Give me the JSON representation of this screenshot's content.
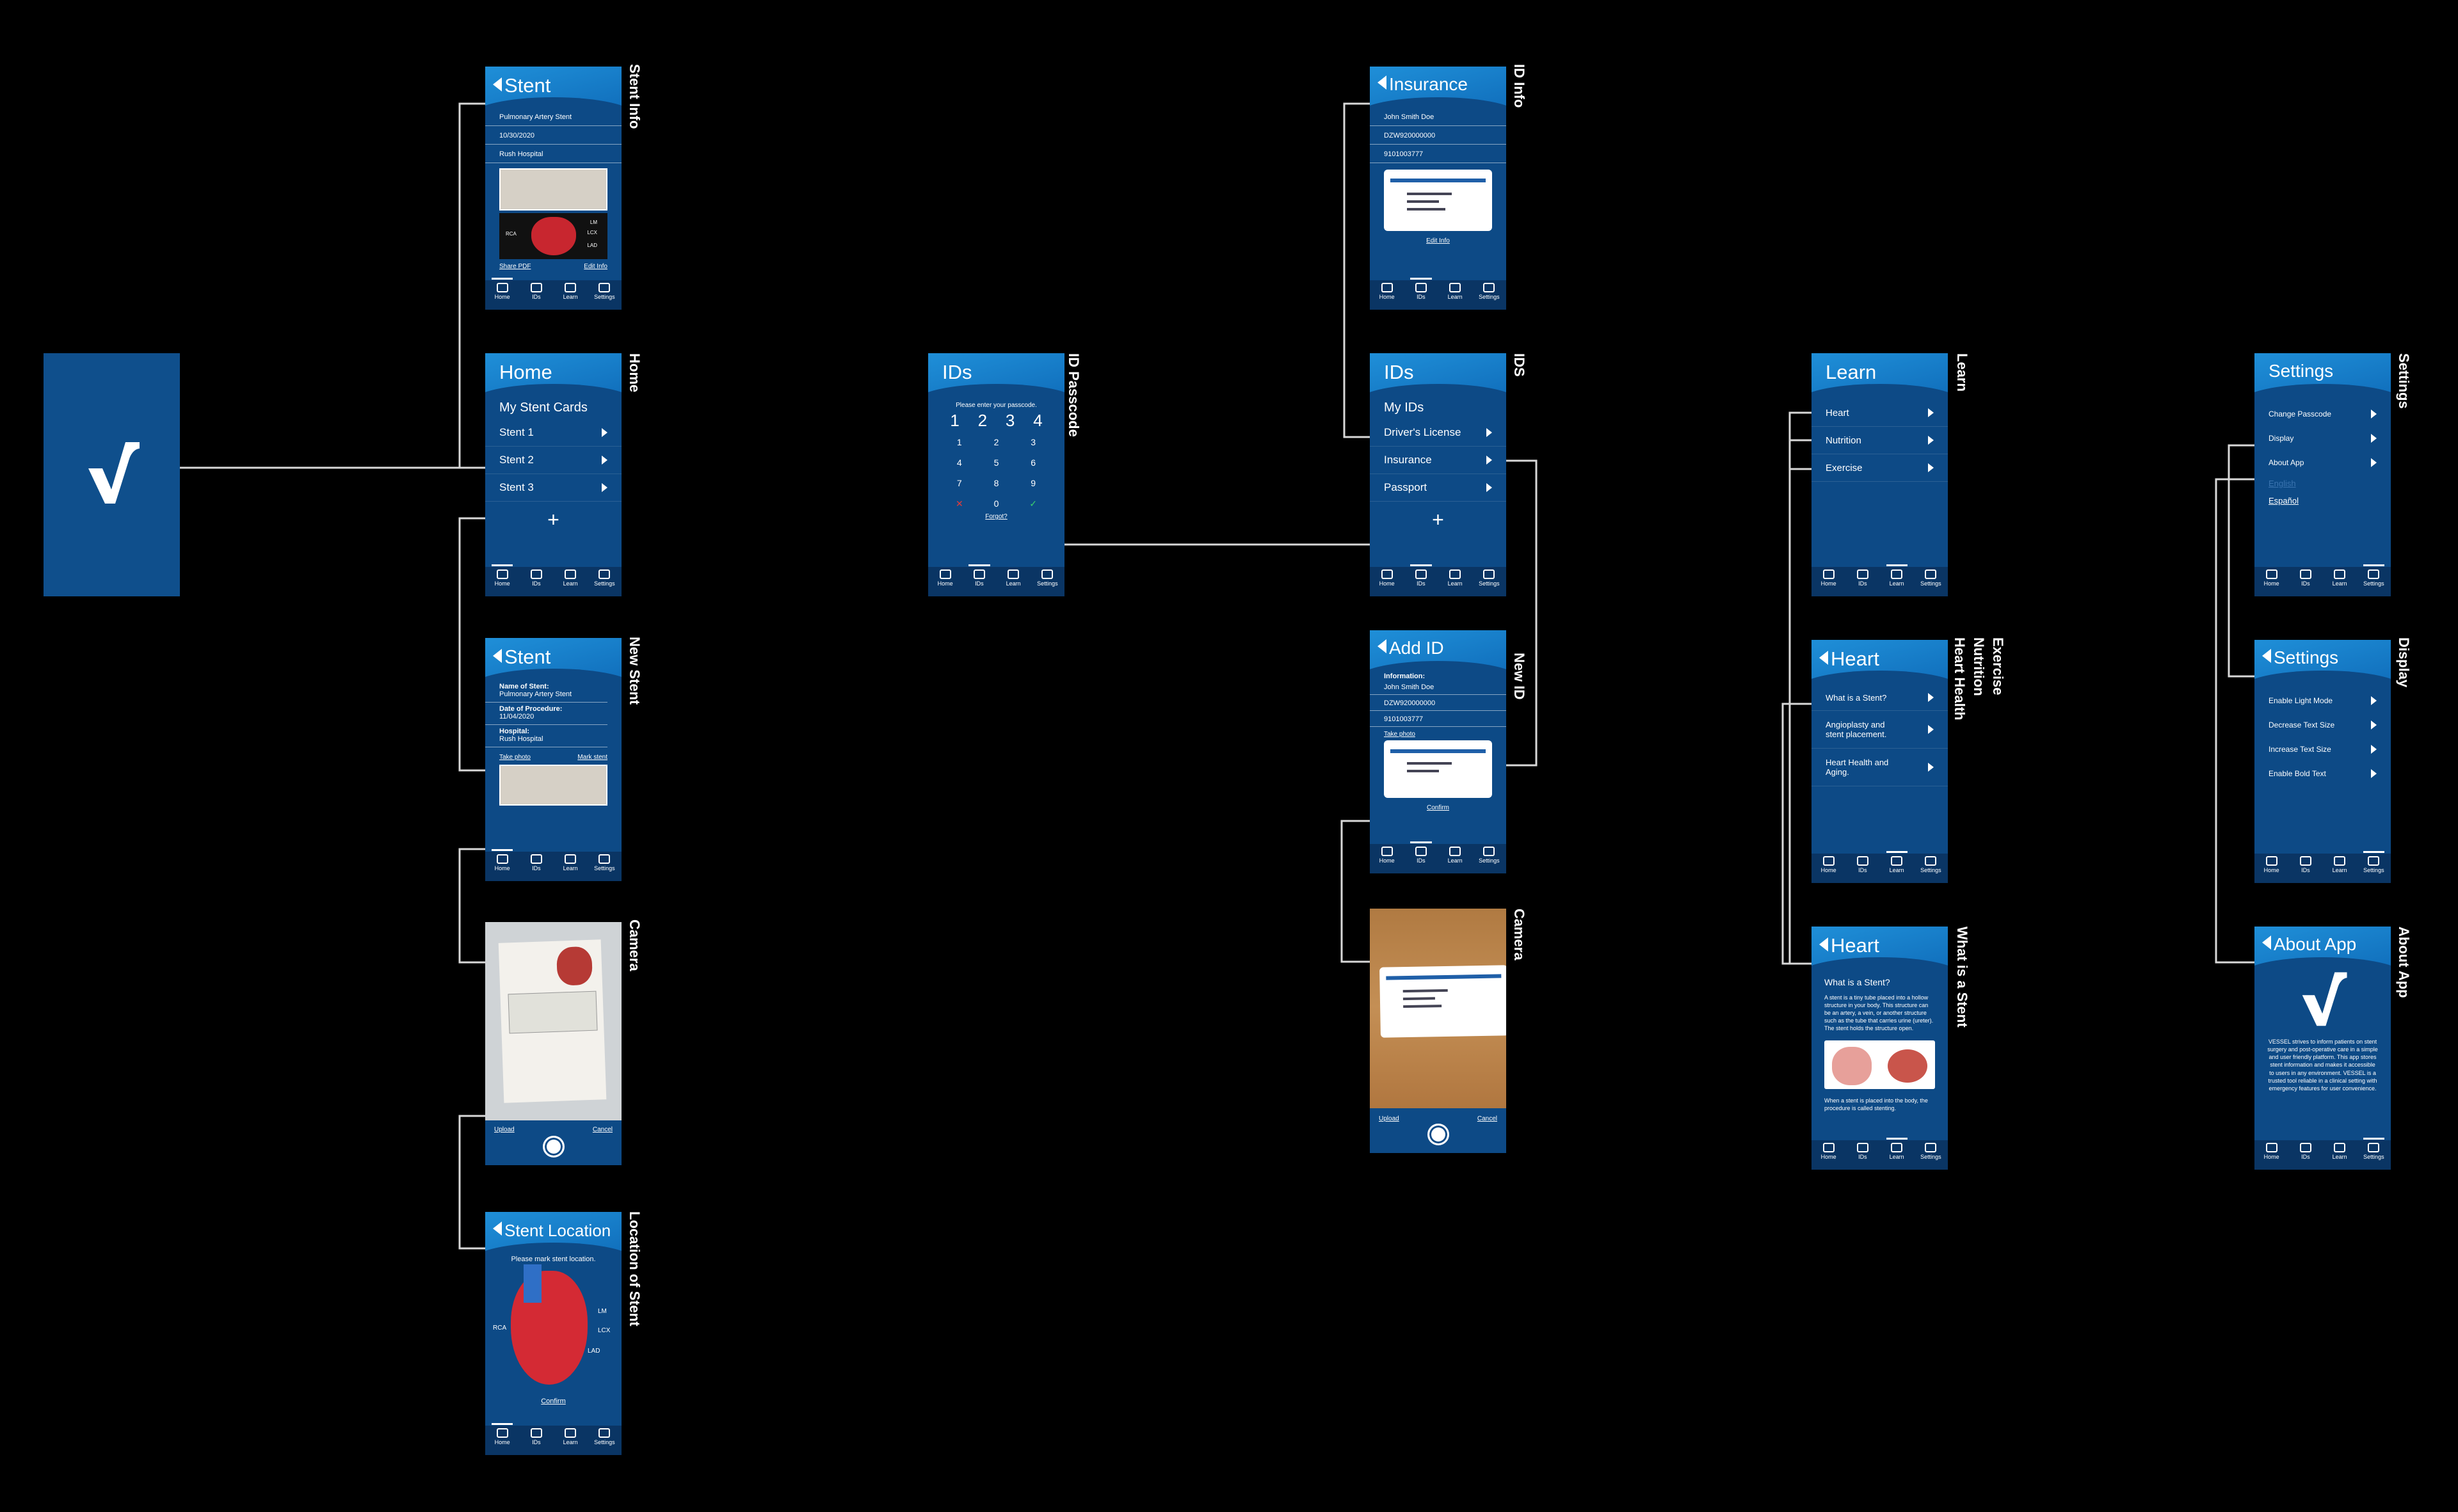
{
  "nav": {
    "home": "Home",
    "ids": "IDs",
    "learn": "Learn",
    "settings": "Settings"
  },
  "labels": {
    "stent_info": "Stent Info",
    "home": "Home",
    "new_stent": "New Stent",
    "camera": "Camera",
    "stent_location": "Location of Stent",
    "id_passcode": "ID Passcode",
    "id_info": "ID Info",
    "ids": "IDS",
    "new_id": "New ID",
    "camera2": "Camera",
    "learn": "Learn",
    "learn_multi": [
      "Exercise",
      "Nutrition",
      "Heart Health"
    ],
    "what_is_stent": "What is a Stent",
    "settings": "Settings",
    "display": "Display",
    "about_app": "About App"
  },
  "stent_info": {
    "title": "Stent",
    "name": "Pulmonary Artery Stent",
    "date": "10/30/2020",
    "hospital": "Rush Hospital",
    "share": "Share PDF",
    "edit": "Edit Info",
    "rca": "RCA",
    "lm": "LM",
    "lcx": "LCX",
    "lad": "LAD"
  },
  "home": {
    "title": "Home",
    "section": "My Stent Cards",
    "items": [
      "Stent 1",
      "Stent 2",
      "Stent 3"
    ],
    "add": "+"
  },
  "new_stent": {
    "title": "Stent",
    "name_lbl": "Name of Stent:",
    "name_val": "Pulmonary Artery Stent",
    "date_lbl": "Date of Procedure:",
    "date_val": "11/04/2020",
    "hosp_lbl": "Hospital:",
    "hosp_val": "Rush Hospital",
    "take_photo": "Take photo",
    "mark_stent": "Mark stent"
  },
  "camera": {
    "upload": "Upload",
    "cancel": "Cancel"
  },
  "stent_location": {
    "title": "Stent Location",
    "prompt": "Please mark stent location.",
    "confirm": "Confirm",
    "rca": "RCA",
    "lm": "LM",
    "lcx": "LCX",
    "lad": "LAD"
  },
  "passcode": {
    "title": "IDs",
    "prompt": "Please enter your passcode.",
    "pin": [
      "1",
      "2",
      "3",
      "4"
    ],
    "keys": [
      "1",
      "2",
      "3",
      "4",
      "5",
      "6",
      "7",
      "8",
      "9",
      "✕",
      "0",
      "✓"
    ],
    "forgot": "Forgot?"
  },
  "insurance": {
    "title": "Insurance",
    "name": "John Smith Doe",
    "id1": "DZW920000000",
    "id2": "9101003777",
    "edit": "Edit Info"
  },
  "ids": {
    "title": "IDs",
    "section": "My IDs",
    "items": [
      "Driver's License",
      "Insurance",
      "Passport"
    ],
    "add": "+"
  },
  "add_id": {
    "title": "Add ID",
    "info": "Information:",
    "name": "John Smith Doe",
    "id1": "DZW920000000",
    "id2": "9101003777",
    "take_photo": "Take photo",
    "confirm": "Confirm"
  },
  "learn": {
    "title": "Learn",
    "items": [
      "Heart",
      "Nutrition",
      "Exercise"
    ]
  },
  "heart": {
    "title": "Heart",
    "items": [
      "What is a Stent?",
      "Angioplasty and stent placement.",
      "Heart Health and Aging."
    ]
  },
  "heart_stent": {
    "title": "Heart",
    "heading": "What is a Stent?",
    "body": "A stent is a tiny tube placed into a hollow structure in your body. This structure can be an artery, a vein, or another structure such as the tube that carries urine (ureter). The stent holds the structure open.",
    "caption": "When a stent is placed into the body, the procedure is called stenting."
  },
  "settings": {
    "title": "Settings",
    "items": [
      "Change Passcode",
      "Display",
      "About App"
    ],
    "lang1": "English",
    "lang2": "Español"
  },
  "display": {
    "title": "Settings",
    "items": [
      "Enable Light Mode",
      "Decrease Text Size",
      "Increase Text Size",
      "Enable Bold Text"
    ]
  },
  "about": {
    "title": "About App",
    "body": "VESSEL strives to inform patients on stent surgery and post-operative care in a simple and user friendly platform. This app stores stent information and makes it accessible to users in any environment. VESSEL is a trusted tool reliable in a clinical setting with emergency features for user convenience."
  }
}
